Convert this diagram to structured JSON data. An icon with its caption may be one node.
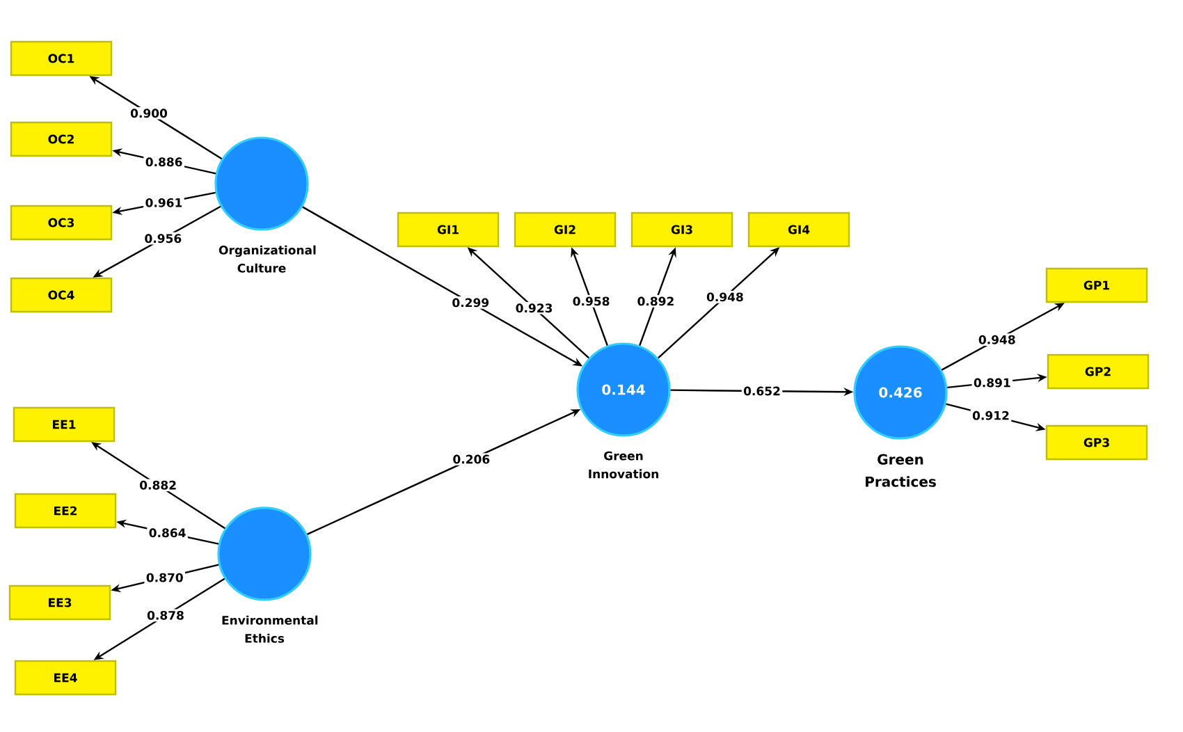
{
  "diagram": {
    "nodes": [
      {
        "text": [
          "OC1"
        ]
      },
      {
        "text": [
          "OC2"
        ]
      },
      {
        "text": [
          "OC3"
        ]
      },
      {
        "text": [
          "OC4"
        ]
      },
      {
        "text": [
          "Organizational Culture"
        ]
      },
      {
        "text": [
          "EE1"
        ]
      },
      {
        "text": [
          "EE2"
        ]
      },
      {
        "text": [
          "EE3"
        ]
      },
      {
        "text": [
          "EE4"
        ]
      },
      {
        "text": [
          "Environmental Ethics"
        ]
      },
      {
        "text": [
          "GI1"
        ]
      },
      {
        "text": [
          "GI2"
        ]
      },
      {
        "text": [
          "GI3"
        ]
      },
      {
        "text": [
          "GI4"
        ]
      },
      {
        "text": [
          "0.144",
          "Green Innovation"
        ]
      },
      {
        "text": [
          "0.426",
          "Green Practices"
        ]
      },
      {
        "text": [
          "GP1"
        ]
      },
      {
        "text": [
          "GP2"
        ]
      },
      {
        "text": [
          "GP3"
        ]
      }
    ],
    "edges": [
      {
        "from": 4,
        "to": 0,
        "arrow": "to",
        "label": "0.900"
      },
      {
        "from": 4,
        "to": 1,
        "arrow": "to",
        "label": "0.886"
      },
      {
        "from": 4,
        "to": 2,
        "arrow": "to",
        "label": "0.961"
      },
      {
        "from": 4,
        "to": 3,
        "arrow": "to",
        "label": "0.956"
      },
      {
        "from": 9,
        "to": 5,
        "arrow": "to",
        "label": "0.882"
      },
      {
        "from": 9,
        "to": 6,
        "arrow": "to",
        "label": "0.864"
      },
      {
        "from": 9,
        "to": 7,
        "arrow": "to",
        "label": "0.870"
      },
      {
        "from": 9,
        "to": 8,
        "arrow": "to",
        "label": "0.878"
      },
      {
        "from": 14,
        "to": 10,
        "arrow": "to",
        "label": "0.923"
      },
      {
        "from": 14,
        "to": 11,
        "arrow": "to",
        "label": "0.958"
      },
      {
        "from": 14,
        "to": 12,
        "arrow": "to",
        "label": "0.892"
      },
      {
        "from": 14,
        "to": 13,
        "arrow": "to",
        "label": "0.948"
      },
      {
        "from": 4,
        "to": 14,
        "arrow": "to",
        "label": "0.299"
      },
      {
        "from": 9,
        "to": 14,
        "arrow": "to",
        "label": "0.206"
      },
      {
        "from": 14,
        "to": 15,
        "arrow": "to",
        "label": "0.652"
      },
      {
        "from": 15,
        "to": 16,
        "arrow": "to",
        "label": "0.948"
      },
      {
        "from": 15,
        "to": 17,
        "arrow": "to",
        "label": "0.891"
      },
      {
        "from": 15,
        "to": 18,
        "arrow": "to",
        "label": "0.912"
      }
    ]
  }
}
